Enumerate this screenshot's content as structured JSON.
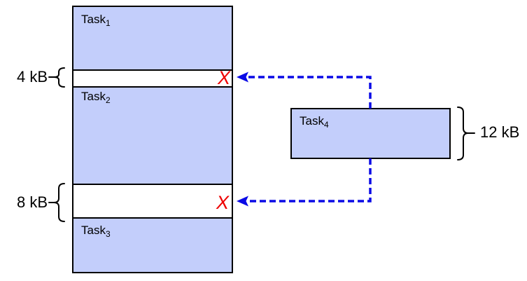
{
  "colors": {
    "task_fill": "#c3cefb",
    "outline": "#000000",
    "arrow": "#0a0ae6",
    "reject": "#ee0000"
  },
  "memory_map": {
    "blocks": [
      {
        "kind": "task",
        "label_base": "Task",
        "label_sub": "1"
      },
      {
        "kind": "free",
        "size": "4 kB"
      },
      {
        "kind": "task",
        "label_base": "Task",
        "label_sub": "2"
      },
      {
        "kind": "free",
        "size": "8 kB"
      },
      {
        "kind": "task",
        "label_base": "Task",
        "label_sub": "3"
      }
    ]
  },
  "pending_task": {
    "label_base": "Task",
    "label_sub": "4",
    "size": "12 kB"
  },
  "reject_mark": "X"
}
